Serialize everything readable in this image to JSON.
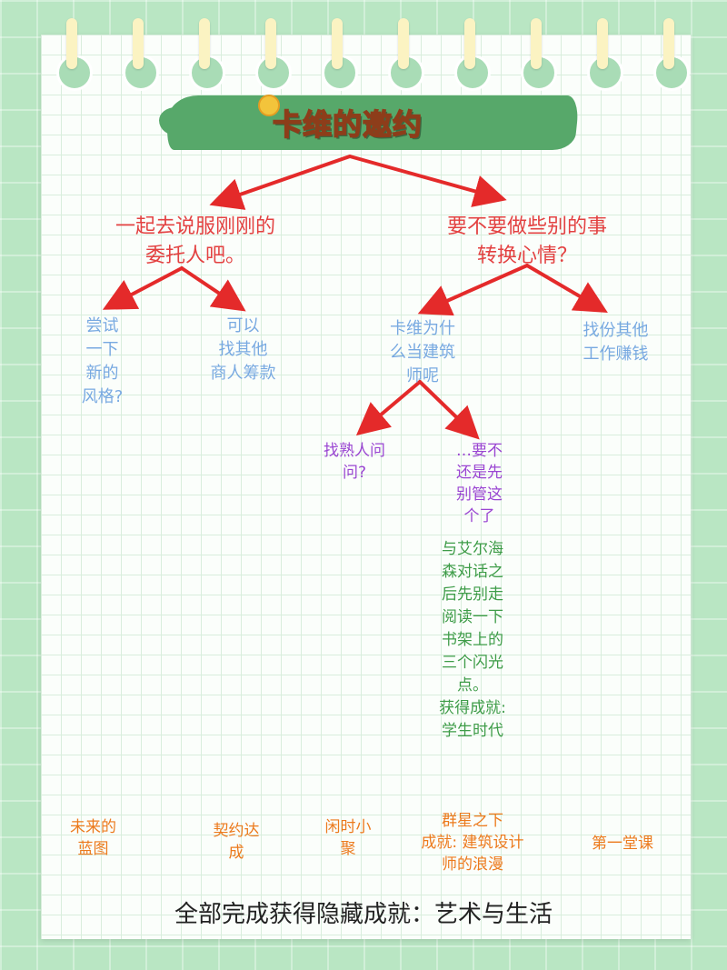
{
  "title": "卡维的邀约",
  "branches": {
    "left": {
      "label": "一起去说服刚刚的\n委托人吧。",
      "children": [
        "尝试\n一下\n新的\n风格?",
        "可以\n找其他\n商人筹款"
      ]
    },
    "right": {
      "label": "要不要做些别的事\n转换心情？",
      "children": [
        "卡维为什\n么当建筑\n师呢",
        "找份其他\n工作赚钱"
      ],
      "sub_children": [
        "找熟人问\n问?",
        "…要不\n还是先\n别管这\n个了"
      ],
      "hint": "与艾尔海\n森对话之\n后先别走\n阅读一下\n书架上的\n三个闪光\n点。\n获得成就:\n学生时代"
    }
  },
  "achievements": [
    "未来的\n蓝图",
    "契约达\n成",
    "闲时小\n聚",
    "群星之下\n成就: 建筑设计\n师的浪漫",
    "第一堂课"
  ],
  "footer": "全部完成获得隐藏成就：艺术与生活",
  "colors": {
    "background": "#b9e6c3",
    "arrow": "#e42a2a",
    "red_text": "#e34141",
    "blue_text": "#78a9e1",
    "purple_text": "#9a45d2",
    "green_text": "#3e9c48",
    "orange_text": "#ec7a1d",
    "title_fill": "#e7b25b",
    "brush": "#57a86a"
  }
}
